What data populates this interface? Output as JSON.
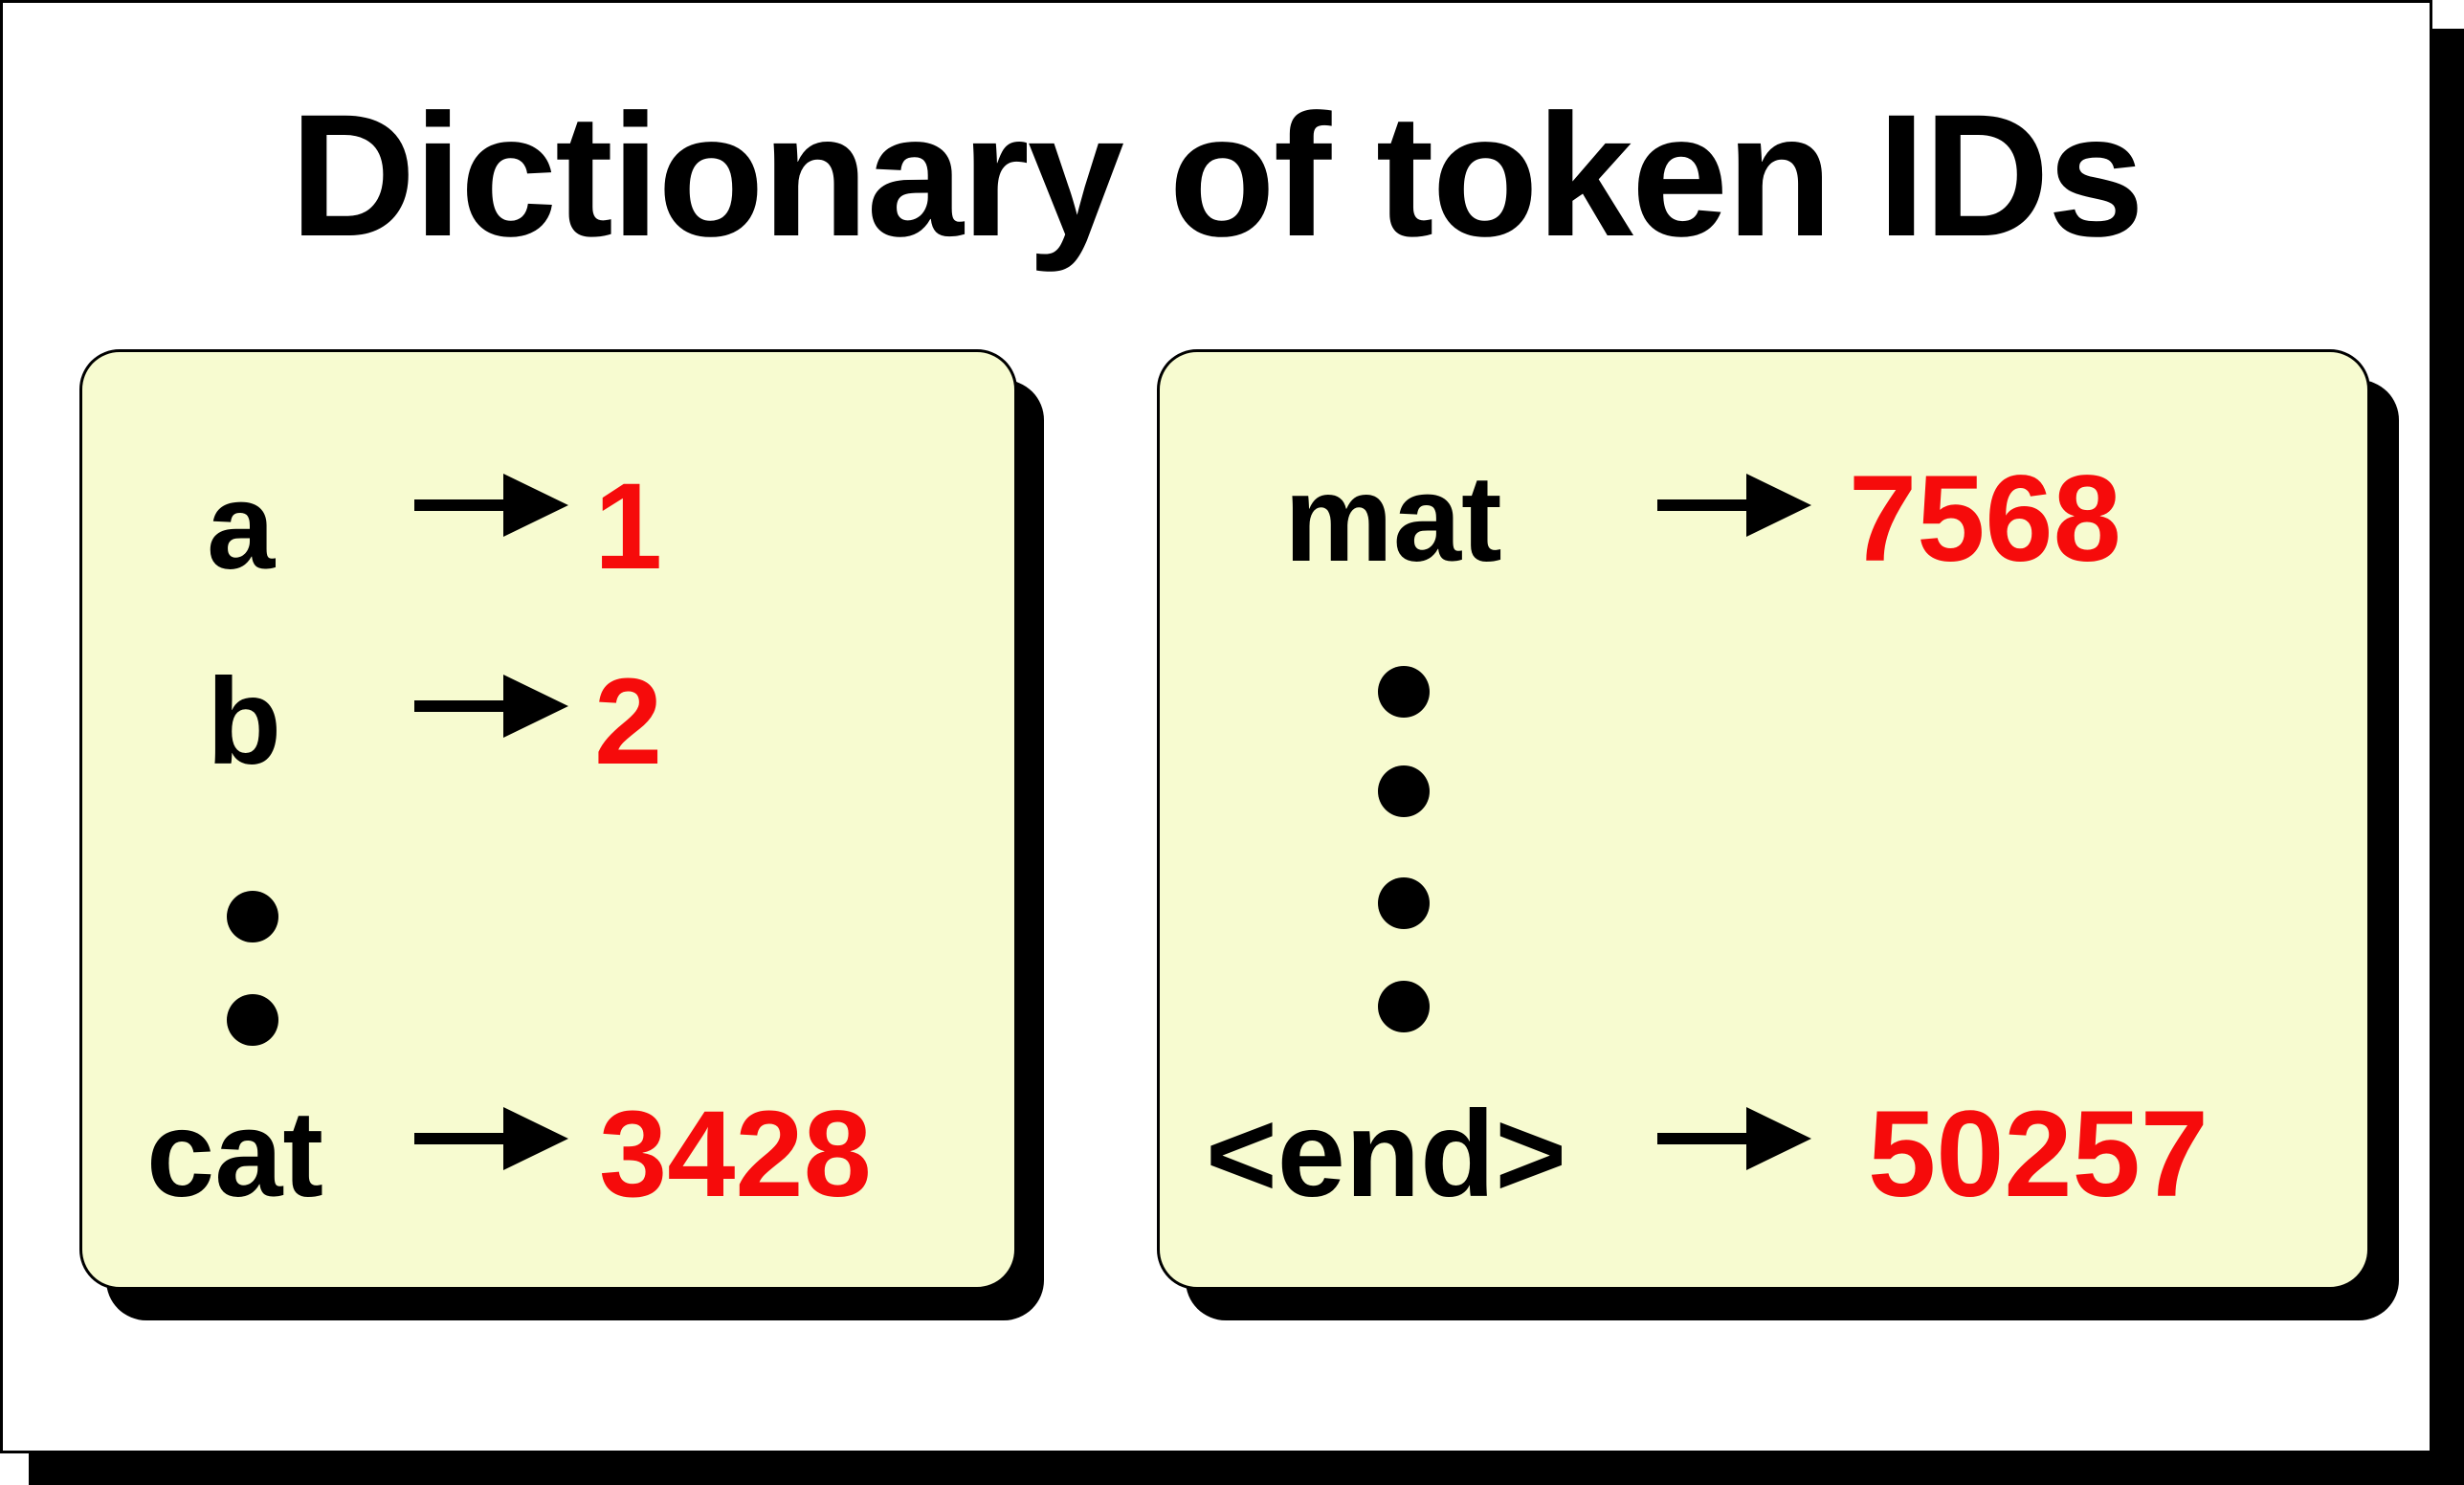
{
  "title": "Dictionary of token IDs",
  "colors": {
    "card_fill": "#f7fbd0",
    "value_text": "#f60b0b",
    "ink": "#000000"
  },
  "left_card": {
    "entries": [
      {
        "token": "a",
        "id": "1"
      },
      {
        "token": "b",
        "id": "2"
      },
      {
        "token": "cat",
        "id": "3428"
      }
    ],
    "ellipsis_dots": 2
  },
  "right_card": {
    "entries": [
      {
        "token": "mat",
        "id": "7568"
      },
      {
        "token": "<end>",
        "id": "50257"
      }
    ],
    "ellipsis_dots": 4
  },
  "icons": {
    "arrow": "right-arrow-icon",
    "dot": "ellipsis-dot-icon"
  }
}
